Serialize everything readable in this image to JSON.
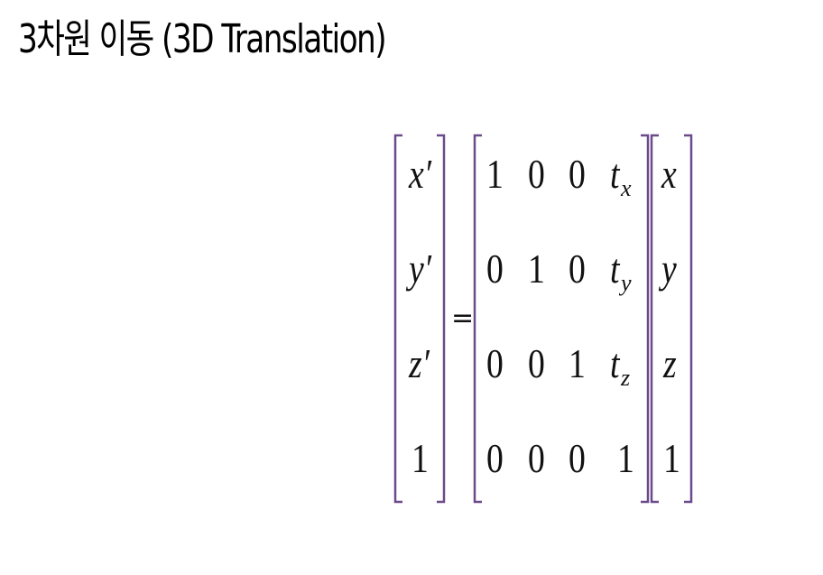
{
  "title": "3차원 이동 (3D Translation)",
  "equation": {
    "lhs": [
      "x′",
      "y′",
      "z′",
      "1"
    ],
    "equals": "=",
    "matrix": [
      [
        "1",
        "0",
        "0",
        "t"
      ],
      [
        "0",
        "1",
        "0",
        "t"
      ],
      [
        "0",
        "0",
        "1",
        "t"
      ],
      [
        "0",
        "0",
        "0",
        "1"
      ]
    ],
    "translation_subscripts": [
      "x",
      "y",
      "z"
    ],
    "rhs": [
      "x",
      "y",
      "z",
      "1"
    ]
  },
  "colors": {
    "bracket": "#6b4a8a",
    "text": "#111111"
  }
}
